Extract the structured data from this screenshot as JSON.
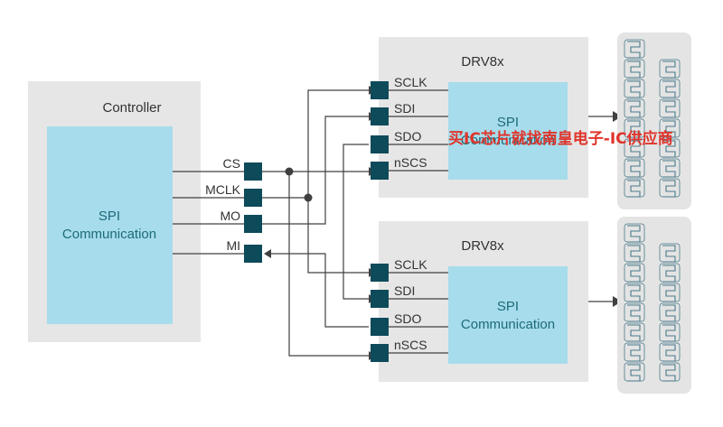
{
  "controller": {
    "title": "Controller",
    "block_line1": "SPI",
    "block_line2": "Communication",
    "pins": [
      "CS",
      "MCLK",
      "MO",
      "MI"
    ]
  },
  "drivers": [
    {
      "title": "DRV8x",
      "block_line1": "SPI",
      "block_line2": "Communication",
      "pins": [
        "SCLK",
        "SDI",
        "SDO",
        "nSCS"
      ]
    },
    {
      "title": "DRV8x",
      "block_line1": "SPI",
      "block_line2": "Communication",
      "pins": [
        "SCLK",
        "SDI",
        "SDO",
        "nSCS"
      ]
    }
  ],
  "watermark": "买IC芯片就找南皇电子-IC供应商",
  "colors": {
    "panel": "#e6e6e6",
    "block": "#a6dceb",
    "pin": "#0d4a5a",
    "wire": "#404040",
    "spi_text": "#1d6b7a",
    "load_panel": "#e4e4e4",
    "coil": "#4a7a8a",
    "watermark": "#e0342b"
  }
}
